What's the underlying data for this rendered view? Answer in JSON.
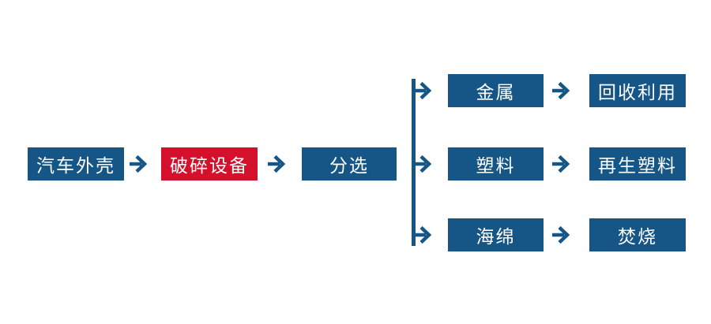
{
  "colors": {
    "node_blue": "#165687",
    "node_red": "#D5102D",
    "arrow_blue": "#165687",
    "node_text": "#FFFFFF",
    "background": "#FFFFFF"
  },
  "flow": {
    "main": [
      {
        "label": "汽车外壳",
        "style": "blue"
      },
      {
        "label": "破碎设备",
        "style": "red"
      },
      {
        "label": "分选",
        "style": "blue"
      }
    ],
    "branches": [
      {
        "material": "金属",
        "outcome": "回收利用"
      },
      {
        "material": "塑料",
        "outcome": "再生塑料"
      },
      {
        "material": "海绵",
        "outcome": "焚烧"
      }
    ]
  }
}
